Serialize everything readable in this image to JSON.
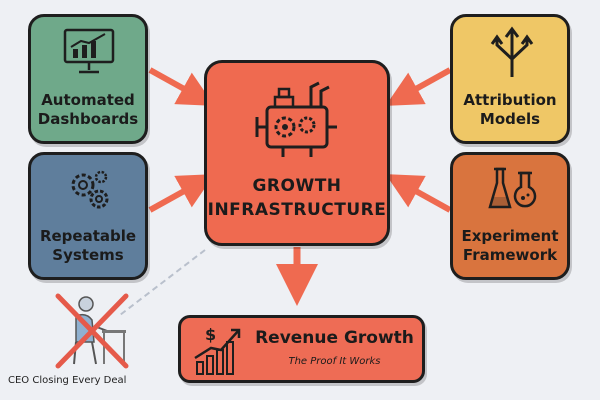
{
  "center": {
    "title_line1": "GROWTH",
    "title_line2": "INFRASTRUCTURE"
  },
  "inputs": [
    {
      "id": "dash",
      "line1": "Automated",
      "line2": "Dashboards",
      "icon": "dashboard-chart-icon",
      "color": "#6fa98a"
    },
    {
      "id": "rep",
      "line1": "Repeatable",
      "line2": "Systems",
      "icon": "gears-icon",
      "color": "#5f7e9c"
    },
    {
      "id": "attr",
      "line1": "Attribution",
      "line2": "Models",
      "icon": "branching-arrows-icon",
      "color": "#efc766"
    },
    {
      "id": "exp",
      "line1": "Experiment",
      "line2": "Framework",
      "icon": "flasks-icon",
      "color": "#d9743e"
    }
  ],
  "output": {
    "title": "Revenue Growth",
    "subtitle": "The Proof It Works",
    "icon": "growth-chart-icon",
    "color": "#ee6c55"
  },
  "rejected": {
    "label": "CEO Closing Every Deal",
    "icon": "crossed-out-person-icon"
  },
  "colors": {
    "arrow": "#ef6a50",
    "outline": "#1e1e1e",
    "background": "#eef0f4"
  }
}
